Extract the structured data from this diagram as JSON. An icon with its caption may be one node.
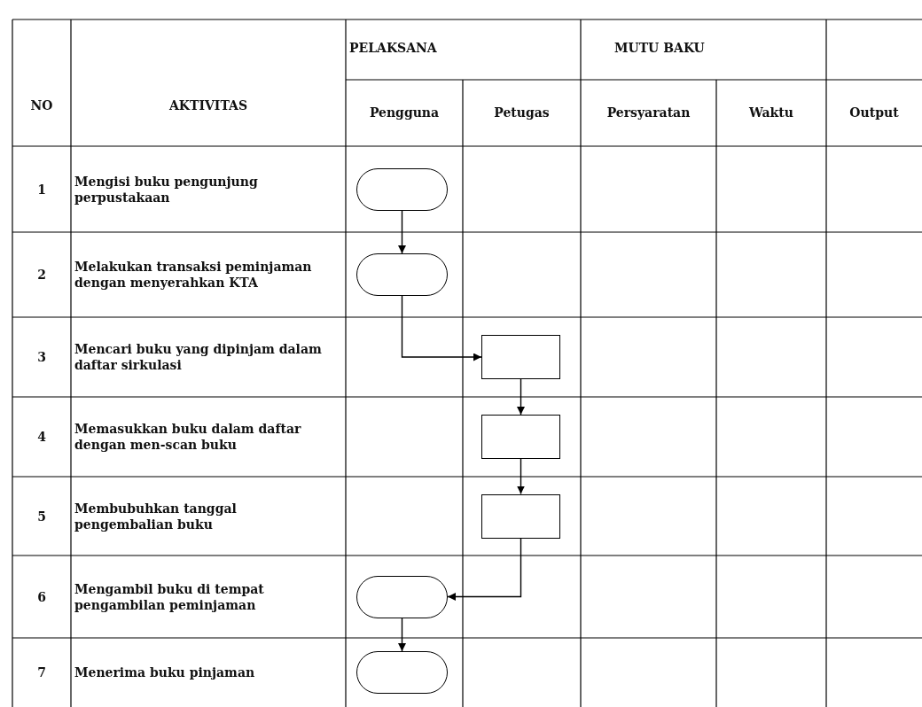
{
  "diagram": {
    "nodes": [
      {
        "text": [],
        "shape": "pill"
      },
      {
        "text": [],
        "shape": "pill"
      },
      {
        "text": [],
        "shape": "box"
      },
      {
        "text": [],
        "shape": "box"
      },
      {
        "text": [],
        "shape": "box"
      },
      {
        "text": [],
        "shape": "pill"
      },
      {
        "text": [],
        "shape": "pill"
      }
    ],
    "edges": [
      {
        "from": 0,
        "to": 1,
        "arrow": "to"
      },
      {
        "from": 1,
        "to": 2,
        "arrow": "to"
      },
      {
        "from": 2,
        "to": 3,
        "arrow": "to"
      },
      {
        "from": 3,
        "to": 4,
        "arrow": "to"
      },
      {
        "from": 4,
        "to": 5,
        "arrow": "to"
      },
      {
        "from": 5,
        "to": 6,
        "arrow": "to"
      }
    ],
    "labels": [
      "NO",
      "AKTIVITAS",
      "PELAKSANA",
      "MUTU BAKU",
      "Pengguna",
      "Petugas",
      "Persyaratan",
      "Waktu",
      "Output",
      "1",
      "Mengisi buku pengunjung perpustakaan",
      "2",
      "Melakukan transaksi peminjaman dengan menyerahkan KTA",
      "3",
      "Mencari buku yang dipinjam dalam daftar sirkulasi",
      "4",
      "Memasukkan buku dalam daftar dengan men-scan buku",
      "5",
      "Membubuhkan tanggal pengembalian buku",
      "6",
      "Mengambil buku di tempat pengambilan peminjaman",
      "7",
      "Menerima buku pinjaman"
    ]
  }
}
